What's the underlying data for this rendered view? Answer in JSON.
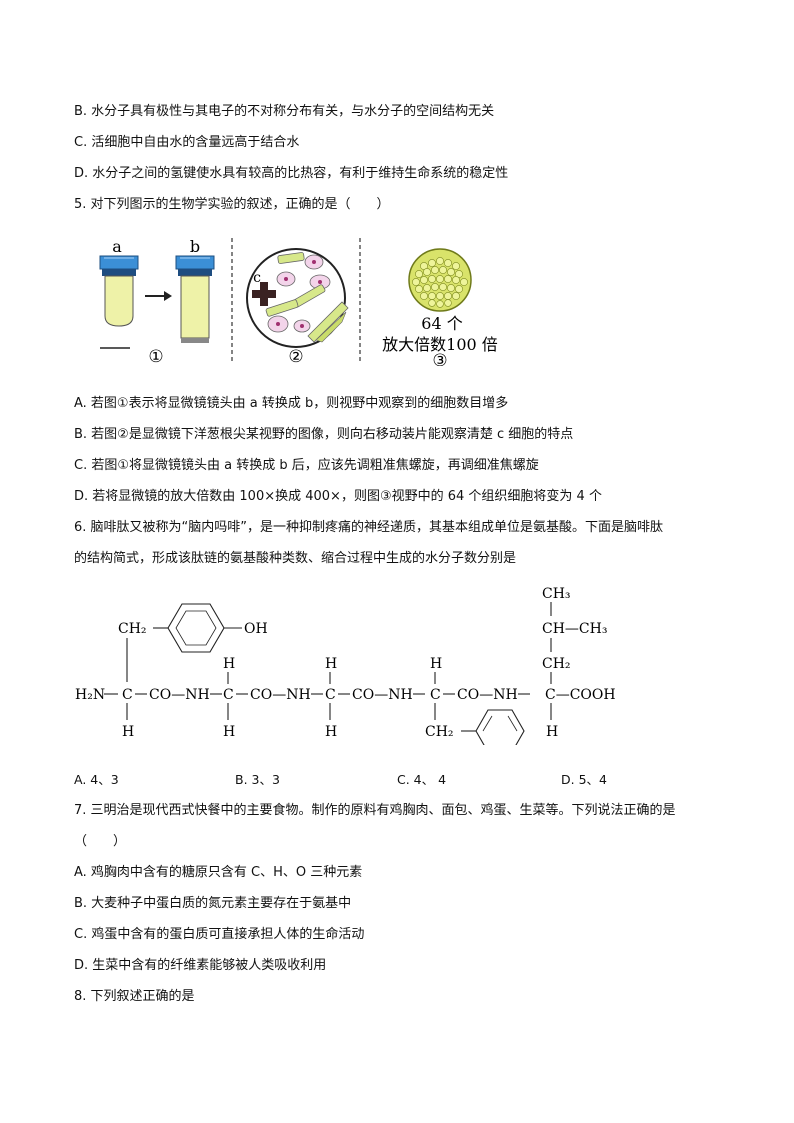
{
  "q4": {
    "optB": "B. 水分子具有极性与其电子的不对称分布有关，与水分子的空间结构无关",
    "optC": "C. 活细胞中自由水的含量远高于结合水",
    "optD": "D. 水分子之间的氢键使水具有较高的比热容，有利于维持生命系统的稳定性"
  },
  "q5": {
    "stem": "5. 对下列图示的生物学实验的叙述，正确的是（　　）",
    "figure": {
      "lens_a": "a",
      "lens_b": "b",
      "label_c": "c",
      "caption_1": "①",
      "caption_2": "②",
      "caption_3": "③",
      "cells_count": "64 个",
      "magnification": "放大倍数100 倍"
    },
    "optA": "A. 若图①表示将显微镜镜头由 a 转换成 b，则视野中观察到的细胞数目增多",
    "optB": "B. 若图②是显微镜下洋葱根尖某视野的图像，则向右移动装片能观察清楚 c 细胞的特点",
    "optC": "C. 若图①将显微镜镜头由 a 转换成 b 后，应该先调粗准焦螺旋，再调细准焦螺旋",
    "optD": "D. 若将显微镜的放大倍数由 100×换成 400×，则图③视野中的 64 个组织细胞将变为 4 个"
  },
  "q6": {
    "stem1": "6. 脑啡肽又被称为“脑内吗啡”，是一种抑制疼痛的神经递质，其基本组成单位是氨基酸。下面是脑啡肽",
    "stem2": "的结构简式，形成该肽链的氨基酸种类数、缩合过程中生成的水分子数分别是",
    "structure": {
      "ch2": "CH₂",
      "oh": "OH",
      "h": "H",
      "c": "C",
      "h2n": "H₂N",
      "co_nh": "CO—NH",
      "cooh": "C—COOH",
      "ch3": "CH₃",
      "ch_ch3": "CH—CH₃"
    },
    "optA": "A. 4、3",
    "optB": "B. 3、3",
    "optC": "C. 4、 4",
    "optD": "D. 5、4"
  },
  "q7": {
    "stem": "7. 三明治是现代西式快餐中的主要食物。制作的原料有鸡胸肉、面包、鸡蛋、生菜等。下列说法正确的是",
    "paren": "（　　）",
    "optA": "A. 鸡胸肉中含有的糖原只含有 C、H、O 三种元素",
    "optB": "B. 大麦种子中蛋白质的氮元素主要存在于氨基中",
    "optC": "C. 鸡蛋中含有的蛋白质可直接承担人体的生命活动",
    "optD": "D. 生菜中含有的纤维素能够被人类吸收利用"
  },
  "q8": {
    "stem": "8. 下列叙述正确的是"
  },
  "colors": {
    "lens_cap": "#3b8fd6",
    "lens_body": "#eef2a8",
    "cell_fill": "#f3d4ea",
    "rod_fill": "#d7e88a",
    "dark_cell": "#3a2222",
    "tissue": "#d9e36a"
  }
}
